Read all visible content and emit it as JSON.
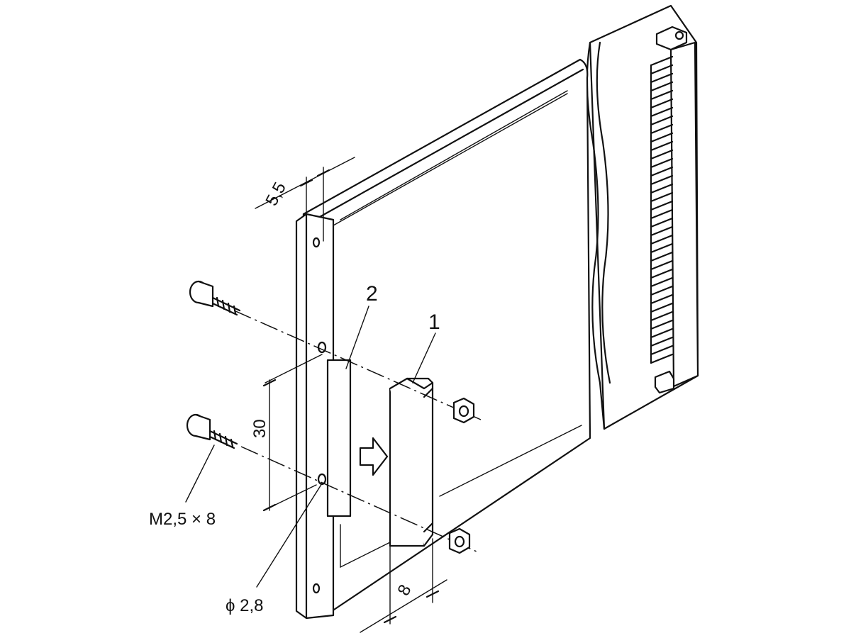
{
  "diagram": {
    "callouts": {
      "part1": "1",
      "part2": "2"
    },
    "dimensions": {
      "edge_offset": "5,5",
      "hole_spacing": "30",
      "bracket_width": "8",
      "screw_size": "M2,5 × 8",
      "hole_diameter": "ϕ 2,8"
    }
  }
}
